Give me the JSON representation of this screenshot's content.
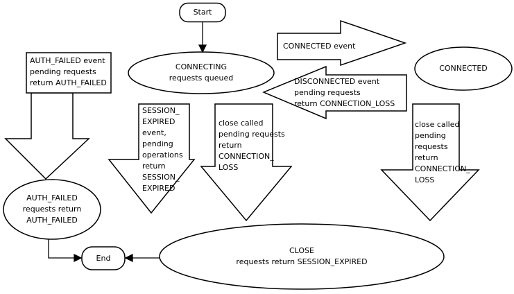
{
  "diagram": {
    "nodes": {
      "start": {
        "label": "Start"
      },
      "connecting": {
        "label": "CONNECTING\nrequests queued"
      },
      "connected_event": {
        "label": "CONNECTED event"
      },
      "connected": {
        "label": "CONNECTED"
      },
      "disconnected_event": {
        "label": "DISCONNECTED event\npending requests\nreturn CONNECTION_LOSS"
      },
      "auth_failed_event": {
        "label": "AUTH_FAILED event\npending requests\nreturn AUTH_FAILED"
      },
      "auth_failed": {
        "label": "AUTH_FAILED\nrequests return\nAUTH_FAILED"
      },
      "session_expired_event": {
        "label": "SESSION_\nEXPIRED\nevent,\npending\noperations\nreturn\nSESSION_\nEXPIRED"
      },
      "close_called_mid": {
        "label": "close called\npending requests\nreturn\nCONNECTION_\nLOSS"
      },
      "close_called_right": {
        "label": "close called\npending\nrequests\nreturn\nCONNECTION_\nLOSS"
      },
      "close": {
        "label": "CLOSE\nrequests return SESSION_EXPIRED"
      },
      "end": {
        "label": "End"
      }
    }
  }
}
